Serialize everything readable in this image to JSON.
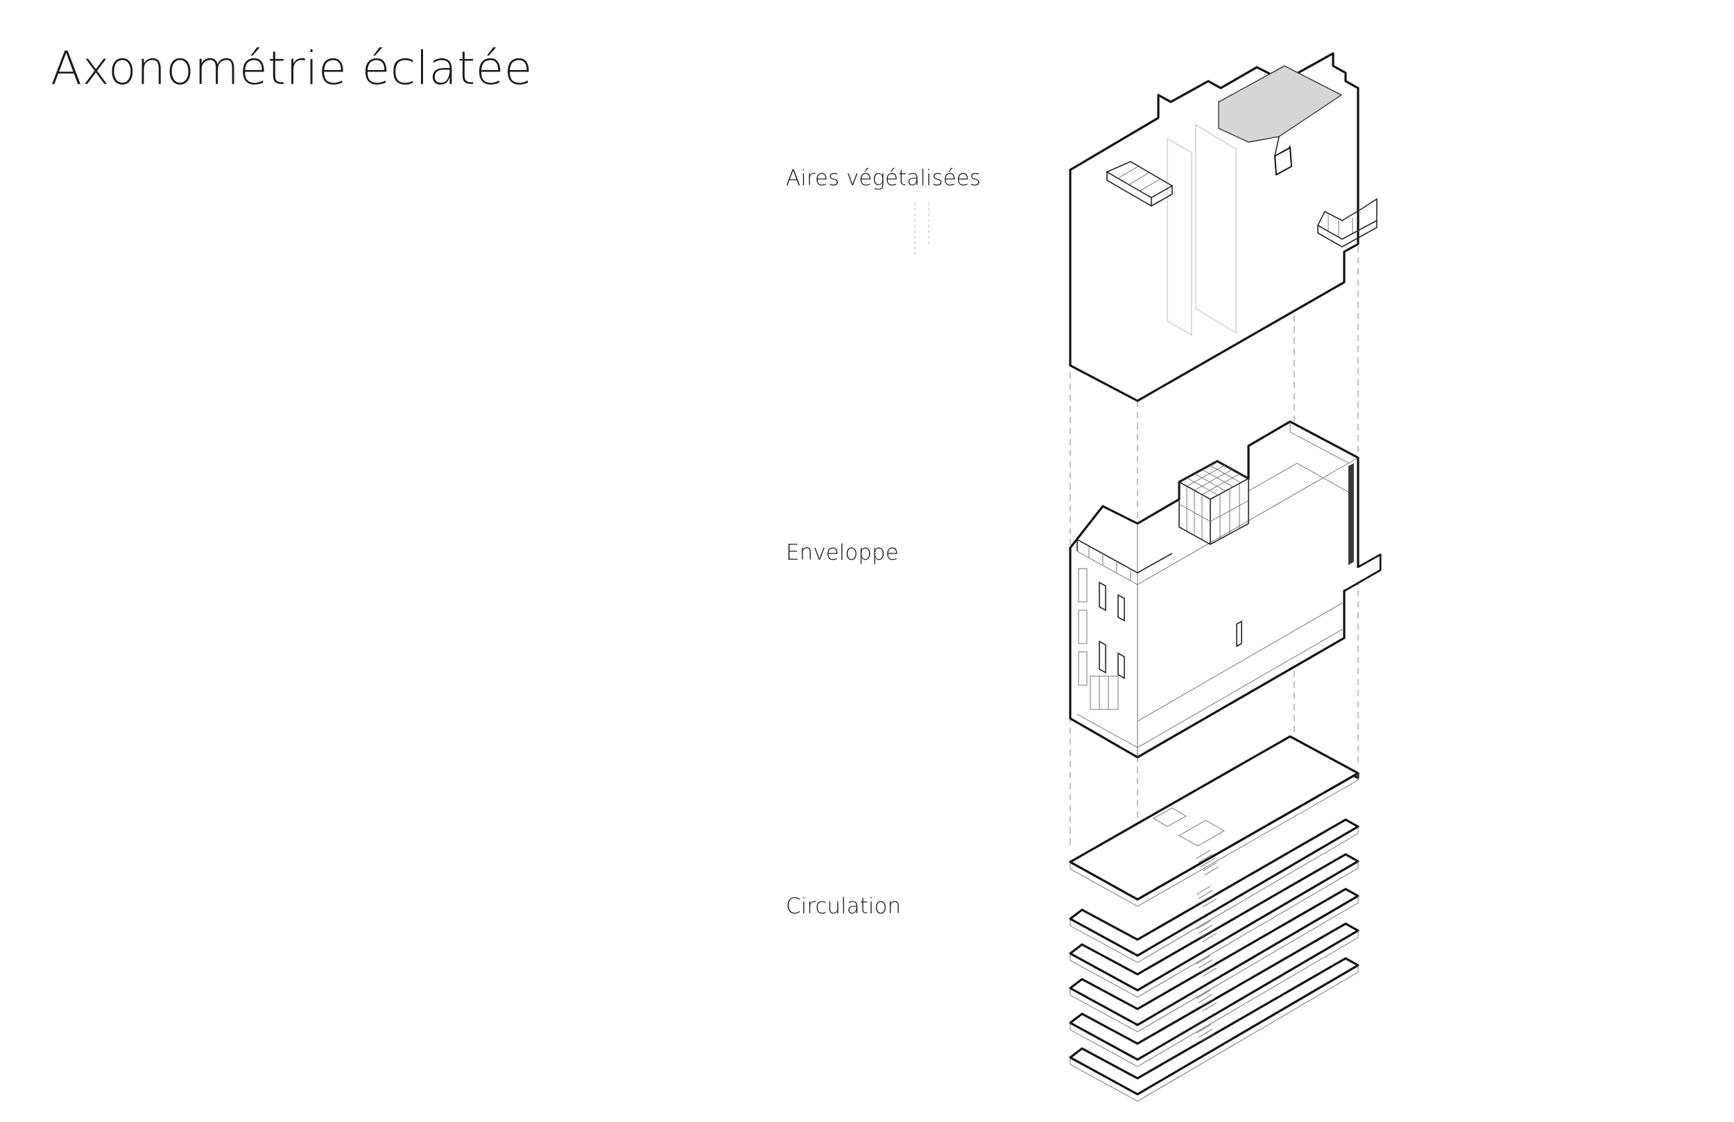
{
  "title": "Axonométrie éclatée",
  "layers": [
    {
      "label": "Aires végétalisées"
    },
    {
      "label": "Enveloppe"
    },
    {
      "label": "Circulation"
    }
  ],
  "colors": {
    "ink": "#111111",
    "background": "#ffffff",
    "fill_gray": "#d6d6d6"
  },
  "circulation_floor_count": 6
}
